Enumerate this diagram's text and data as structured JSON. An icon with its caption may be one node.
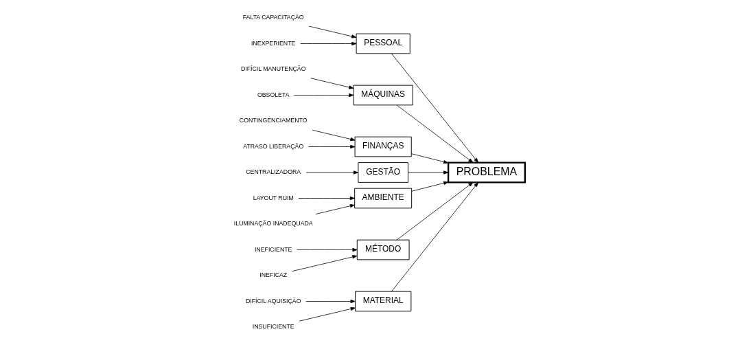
{
  "diagram": {
    "nodes": [
      {
        "text": [
          "MATERIAL"
        ]
      },
      {
        "text": [
          "PESSOAL"
        ]
      },
      {
        "text": [
          "MÁQUINAS"
        ]
      },
      {
        "text": [
          "FINANÇAS"
        ]
      },
      {
        "text": [
          "FALTA CAPACITAÇÃO"
        ]
      },
      {
        "text": [
          "DIFÍCIL MANUTENÇÃO"
        ]
      },
      {
        "text": [
          "CONTINGENCIAMENTO"
        ]
      },
      {
        "text": [
          "DIFÍCIL AQUISIÇÃO"
        ]
      },
      {
        "text": [
          "INEXPERIENTE"
        ]
      },
      {
        "text": [
          "OBSOLETA"
        ]
      },
      {
        "text": [
          "ATRASO LIBERAÇÃO"
        ]
      },
      {
        "text": [
          "INSUFICIENTE"
        ]
      },
      {
        "text": [
          "PROBLEMA"
        ]
      },
      {
        "text": [
          "LAYOUT RUIM"
        ]
      },
      {
        "text": [
          "INEFICIENTE"
        ]
      },
      {
        "text": [
          "CENTRALIZADORA"
        ]
      },
      {
        "text": [
          "ILUMINAÇÃO INADEQUADA"
        ]
      },
      {
        "text": [
          "INEFICAZ"
        ]
      },
      {
        "text": [
          "GESTÃO"
        ]
      },
      {
        "text": [
          "AMBIENTE"
        ]
      },
      {
        "text": [
          "MÉTODO"
        ]
      }
    ],
    "edges": [
      {
        "from": 0,
        "to": 12,
        "arrow": "to"
      },
      {
        "from": 1,
        "to": 12,
        "arrow": "to"
      },
      {
        "from": 2,
        "to": 12,
        "arrow": "to"
      },
      {
        "from": 3,
        "to": 12,
        "arrow": "to"
      },
      {
        "from": 18,
        "to": 12,
        "arrow": "to"
      },
      {
        "from": 19,
        "to": 12,
        "arrow": "to"
      },
      {
        "from": 20,
        "to": 12,
        "arrow": "to"
      },
      {
        "from": 4,
        "to": 1,
        "arrow": "to"
      },
      {
        "from": 5,
        "to": 2,
        "arrow": "to"
      },
      {
        "from": 6,
        "to": 3,
        "arrow": "to"
      },
      {
        "from": 7,
        "to": 0,
        "arrow": "to"
      },
      {
        "from": 8,
        "to": 1,
        "arrow": "to"
      },
      {
        "from": 9,
        "to": 2,
        "arrow": "to"
      },
      {
        "from": 10,
        "to": 3,
        "arrow": "to"
      },
      {
        "from": 11,
        "to": 0,
        "arrow": "to"
      },
      {
        "from": 13,
        "to": 19,
        "arrow": "to"
      },
      {
        "from": 14,
        "to": 20,
        "arrow": "to"
      },
      {
        "from": 15,
        "to": 18,
        "arrow": "to"
      },
      {
        "from": 16,
        "to": 19,
        "arrow": "to"
      },
      {
        "from": 17,
        "to": 20,
        "arrow": "to"
      }
    ]
  }
}
